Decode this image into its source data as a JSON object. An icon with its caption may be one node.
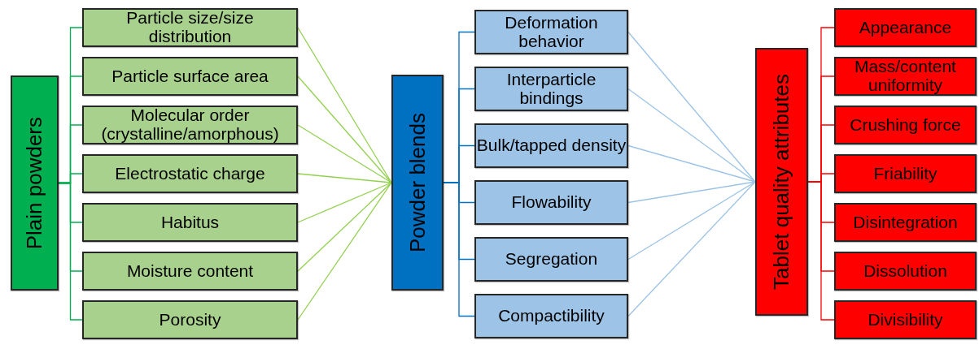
{
  "diagram": {
    "nodes": [
      {
        "text": [
          "Plain powders"
        ]
      },
      {
        "text": [
          "Particle size/size distribution"
        ]
      },
      {
        "text": [
          "Particle surface area"
        ]
      },
      {
        "text": [
          "Molecular order (crystalline/amorphous)"
        ]
      },
      {
        "text": [
          "Electrostatic charge"
        ]
      },
      {
        "text": [
          "Habitus"
        ]
      },
      {
        "text": [
          "Moisture content"
        ]
      },
      {
        "text": [
          "Porosity"
        ]
      },
      {
        "text": [
          "Powder blends"
        ]
      },
      {
        "text": [
          "Deformation behavior"
        ]
      },
      {
        "text": [
          "Interparticle bindings"
        ]
      },
      {
        "text": [
          "Bulk/tapped density"
        ]
      },
      {
        "text": [
          "Flowability"
        ]
      },
      {
        "text": [
          "Segregation"
        ]
      },
      {
        "text": [
          "Compactibility"
        ]
      },
      {
        "text": [
          "Tablet quality attributes"
        ]
      },
      {
        "text": [
          "Appearance"
        ]
      },
      {
        "text": [
          "Mass/content uniformity"
        ]
      },
      {
        "text": [
          "Crushing force"
        ]
      },
      {
        "text": [
          "Friability"
        ]
      },
      {
        "text": [
          "Disintegration"
        ]
      },
      {
        "text": [
          "Dissolution"
        ]
      },
      {
        "text": [
          "Divisibility"
        ]
      }
    ],
    "edges": [
      {
        "from": 0,
        "to": 1,
        "arrow": "none",
        "color": "#00b050"
      },
      {
        "from": 0,
        "to": 2,
        "arrow": "none",
        "color": "#00b050"
      },
      {
        "from": 0,
        "to": 3,
        "arrow": "none",
        "color": "#00b050"
      },
      {
        "from": 0,
        "to": 4,
        "arrow": "none",
        "color": "#00b050"
      },
      {
        "from": 0,
        "to": 5,
        "arrow": "none",
        "color": "#00b050"
      },
      {
        "from": 0,
        "to": 6,
        "arrow": "none",
        "color": "#00b050"
      },
      {
        "from": 0,
        "to": 7,
        "arrow": "none",
        "color": "#00b050"
      },
      {
        "from": 1,
        "to": 8,
        "arrow": "none",
        "color": "#92d050"
      },
      {
        "from": 2,
        "to": 8,
        "arrow": "none",
        "color": "#92d050"
      },
      {
        "from": 3,
        "to": 8,
        "arrow": "none",
        "color": "#92d050"
      },
      {
        "from": 4,
        "to": 8,
        "arrow": "none",
        "color": "#92d050"
      },
      {
        "from": 5,
        "to": 8,
        "arrow": "none",
        "color": "#92d050"
      },
      {
        "from": 6,
        "to": 8,
        "arrow": "none",
        "color": "#92d050"
      },
      {
        "from": 7,
        "to": 8,
        "arrow": "none",
        "color": "#92d050"
      },
      {
        "from": 8,
        "to": 9,
        "arrow": "none",
        "color": "#0070c0"
      },
      {
        "from": 8,
        "to": 10,
        "arrow": "none",
        "color": "#0070c0"
      },
      {
        "from": 8,
        "to": 11,
        "arrow": "none",
        "color": "#0070c0"
      },
      {
        "from": 8,
        "to": 12,
        "arrow": "none",
        "color": "#0070c0"
      },
      {
        "from": 8,
        "to": 13,
        "arrow": "none",
        "color": "#0070c0"
      },
      {
        "from": 8,
        "to": 14,
        "arrow": "none",
        "color": "#0070c0"
      },
      {
        "from": 9,
        "to": 15,
        "arrow": "none",
        "color": "#9dc3e6"
      },
      {
        "from": 10,
        "to": 15,
        "arrow": "none",
        "color": "#9dc3e6"
      },
      {
        "from": 11,
        "to": 15,
        "arrow": "none",
        "color": "#9dc3e6"
      },
      {
        "from": 12,
        "to": 15,
        "arrow": "none",
        "color": "#9dc3e6"
      },
      {
        "from": 13,
        "to": 15,
        "arrow": "none",
        "color": "#9dc3e6"
      },
      {
        "from": 14,
        "to": 15,
        "arrow": "none",
        "color": "#9dc3e6"
      },
      {
        "from": 15,
        "to": 16,
        "arrow": "none",
        "color": "#ff0000"
      },
      {
        "from": 15,
        "to": 17,
        "arrow": "none",
        "color": "#ff0000"
      },
      {
        "from": 15,
        "to": 18,
        "arrow": "none",
        "color": "#ff0000"
      },
      {
        "from": 15,
        "to": 19,
        "arrow": "none",
        "color": "#ff0000"
      },
      {
        "from": 15,
        "to": 20,
        "arrow": "none",
        "color": "#ff0000"
      },
      {
        "from": 15,
        "to": 21,
        "arrow": "none",
        "color": "#ff0000"
      },
      {
        "from": 15,
        "to": 22,
        "arrow": "none",
        "color": "#ff0000"
      }
    ]
  }
}
